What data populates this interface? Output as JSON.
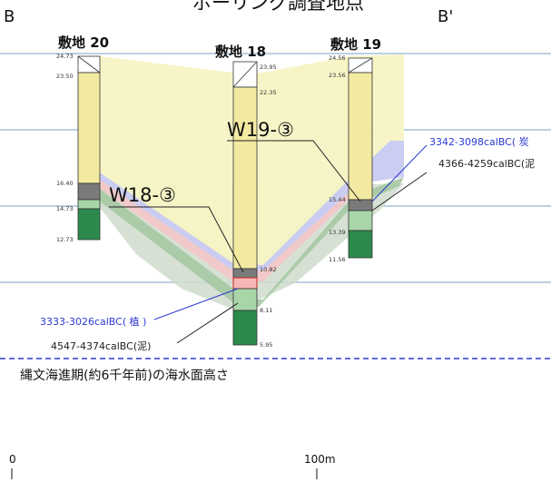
{
  "title": "ボーリング調査地点",
  "section_left": "B",
  "section_right": "B'",
  "boreholes": [
    {
      "name": "敷地 20",
      "elevations": [
        "24.73",
        "23.50",
        "16.40",
        "14.73",
        "12.73"
      ]
    },
    {
      "name": "敷地 18",
      "elevations": [
        "23.95",
        "22.35",
        "10.82",
        "8.11",
        "5.95"
      ]
    },
    {
      "name": "敷地 19",
      "elevations": [
        "24.56",
        "23.56",
        "15.44",
        "13.39",
        "11.56"
      ]
    }
  ],
  "sample_labels": [
    "W19-③",
    "W18-③"
  ],
  "dates": [
    {
      "text": "3342-3098calBC( 炭",
      "color": "#2b3ad1"
    },
    {
      "text": "4366-4259calBC(泥",
      "color": "#222222"
    },
    {
      "text": "3333-3026calBC( 植 )",
      "color": "#2b3ad1"
    },
    {
      "text": "4547-4374calBC(泥)",
      "color": "#222222"
    }
  ],
  "sea_level_label": "縄文海進期(約6千年前)の海水面高さ",
  "scale": {
    "start": "0",
    "end": "100m"
  },
  "colors": {
    "upper_layer": "#f7f4c4",
    "blue_band": "#c9caf2",
    "pink_band": "#f2c7c8",
    "green_band": "#a6c9a3",
    "green_fan": "#cfdccd",
    "column_fill": "#f3eaa2",
    "column_dark": "#7a7a7a",
    "column_green": "#2b8a4c",
    "sea_line": "#2b3ad1",
    "grid": "#7aa2c9"
  }
}
